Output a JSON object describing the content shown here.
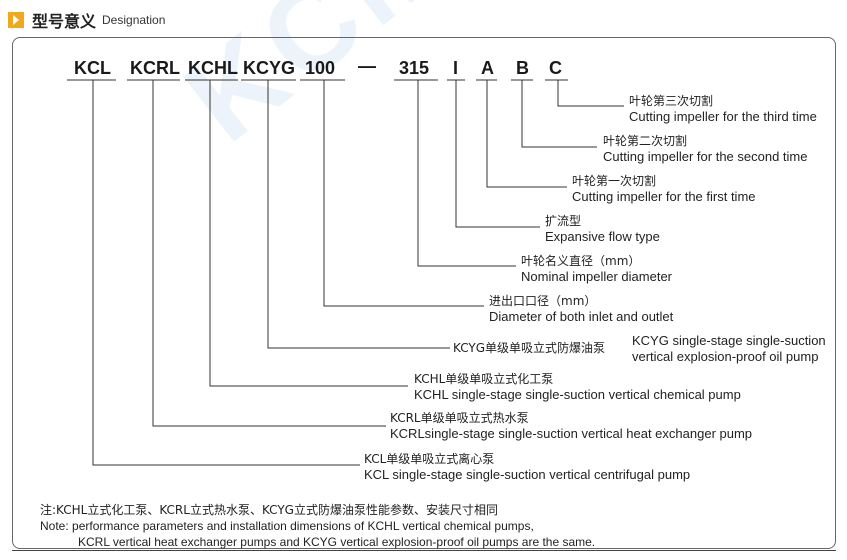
{
  "header": {
    "title_cn": "型号意义",
    "title_en": "Designation"
  },
  "codes": [
    "KCL",
    "KCRL",
    "KCHL",
    "KCYG",
    "100",
    "—",
    "315",
    "I",
    "A",
    "B",
    "C"
  ],
  "labels": [
    {
      "cn": "叶轮第三次切割",
      "en": "Cutting impeller for the third time"
    },
    {
      "cn": "叶轮第二次切割",
      "en": "Cutting impeller for the second time"
    },
    {
      "cn": "叶轮第一次切割",
      "en": "Cutting impeller for the first time"
    },
    {
      "cn": "扩流型",
      "en": "Expansive flow type"
    },
    {
      "cn": "叶轮名义直径（mm）",
      "en": "Nominal impeller diameter"
    },
    {
      "cn": "进出口口径（mm）",
      "en": "Diameter of both inlet and outlet"
    },
    {
      "cn": "KCYG单级单吸立式防爆油泵",
      "en": "KCYG single-stage single-suction",
      "en2": "vertical explosion-proof oil pump"
    },
    {
      "cn": "KCHL单级单吸立式化工泵",
      "en": "KCHL single-stage single-suction vertical chemical pump"
    },
    {
      "cn": "KCRL单级单吸立式热水泵",
      "en": "KCRLsingle-stage single-suction vertical heat exchanger pump"
    },
    {
      "cn": "KCL单级单吸立式离心泵",
      "en": "KCL single-stage single-suction vertical centrifugal pump"
    }
  ],
  "note": {
    "line1": "注:KCHL立式化工泵、KCRL立式热水泵、KCYG立式防爆油泵性能参数、安装尺寸相同",
    "line2": "Note: performance parameters and installation dimensions of KCHL vertical chemical pumps,",
    "line3": "KCRL vertical heat exchanger pumps and KCYG vertical explosion-proof oil pumps are the same."
  },
  "watermark": "KCMP",
  "colors": {
    "accent": "#f2a81d",
    "line": "#333333",
    "watermark": "#c9ddf2"
  }
}
